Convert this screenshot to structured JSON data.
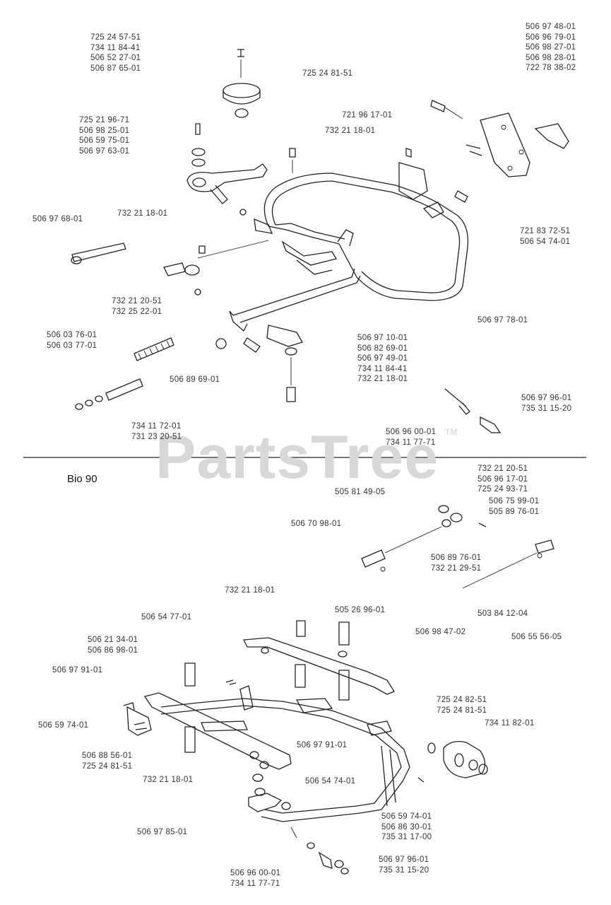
{
  "watermark": "PartsTree",
  "trademark": "TM",
  "lower_title": "Bio 90",
  "upper_groups": [
    {
      "lines": [
        "725 24 57-51",
        "734 11 84-41",
        "506 52 27-01",
        "506 87 65-01"
      ]
    },
    {
      "lines": [
        "725 24 81-51"
      ]
    },
    {
      "lines": [
        "506 97 48-01",
        "506 96 79-01",
        "506 98 27-01",
        "506 98 28-01",
        "722 78 38-02"
      ]
    },
    {
      "lines": [
        "725 21 96-71",
        "506 98 25-01",
        "506 59 75-01",
        "506 97 63-01"
      ]
    },
    {
      "lines": [
        "721 96 17-01"
      ]
    },
    {
      "lines": [
        "732 21 18-01"
      ]
    },
    {
      "lines": [
        "732 21 18-01"
      ]
    },
    {
      "lines": [
        "506 97 68-01"
      ]
    },
    {
      "lines": [
        "721 83 72-51",
        "506 54 74-01"
      ]
    },
    {
      "lines": [
        "732 21 20-51",
        "732 25 22-01"
      ]
    },
    {
      "lines": [
        "506 97 78-01"
      ]
    },
    {
      "lines": [
        "506 03 76-01",
        "506 03 77-01"
      ]
    },
    {
      "lines": [
        "506 97 10-01",
        "506 82 69-01",
        "506 97 49-01",
        "734 11 84-41",
        "732 21 18-01"
      ]
    },
    {
      "lines": [
        "506 89 69-01"
      ]
    },
    {
      "lines": [
        "506 97 96-01",
        "735 31 15-20"
      ]
    },
    {
      "lines": [
        "734 11 72-01",
        "731 23 20-51"
      ]
    },
    {
      "lines": [
        "506 96 00-01",
        "734 11 77-71"
      ]
    }
  ],
  "lower_groups": [
    {
      "lines": [
        "732 21 20-51",
        "506 96 17-01",
        "725 24 93-71"
      ]
    },
    {
      "lines": [
        "505 81 49-05"
      ]
    },
    {
      "lines": [
        "506 75 99-01",
        "505 89 76-01"
      ]
    },
    {
      "lines": [
        "506 70 98-01"
      ]
    },
    {
      "lines": [
        "506 89 76-01",
        "732 21 29-51"
      ]
    },
    {
      "lines": [
        "732 21 18-01"
      ]
    },
    {
      "lines": [
        "506 54 77-01"
      ]
    },
    {
      "lines": [
        "505 26 96-01"
      ]
    },
    {
      "lines": [
        "503 84 12-04"
      ]
    },
    {
      "lines": [
        "506 98 47-02"
      ]
    },
    {
      "lines": [
        "506 55 56-05"
      ]
    },
    {
      "lines": [
        "506 21 34-01",
        "506 86 98-01"
      ]
    },
    {
      "lines": [
        "506 97 91-01"
      ]
    },
    {
      "lines": [
        "725 24 82-51",
        "725 24 81-51"
      ]
    },
    {
      "lines": [
        "734 11 82-01"
      ]
    },
    {
      "lines": [
        "506 59 74-01"
      ]
    },
    {
      "lines": [
        "506 97 91-01"
      ]
    },
    {
      "lines": [
        "506 88 56-01",
        "725 24 81-51"
      ]
    },
    {
      "lines": [
        "732 21 18-01"
      ]
    },
    {
      "lines": [
        "506 54 74-01"
      ]
    },
    {
      "lines": [
        "506 59 74-01",
        "506 86 30-01",
        "735 31 17-00"
      ]
    },
    {
      "lines": [
        "506 97 85-01"
      ]
    },
    {
      "lines": [
        "506 97 96-01",
        "735 31 15-20"
      ]
    },
    {
      "lines": [
        "506 96 00-01",
        "734 11 77-71"
      ]
    }
  ]
}
